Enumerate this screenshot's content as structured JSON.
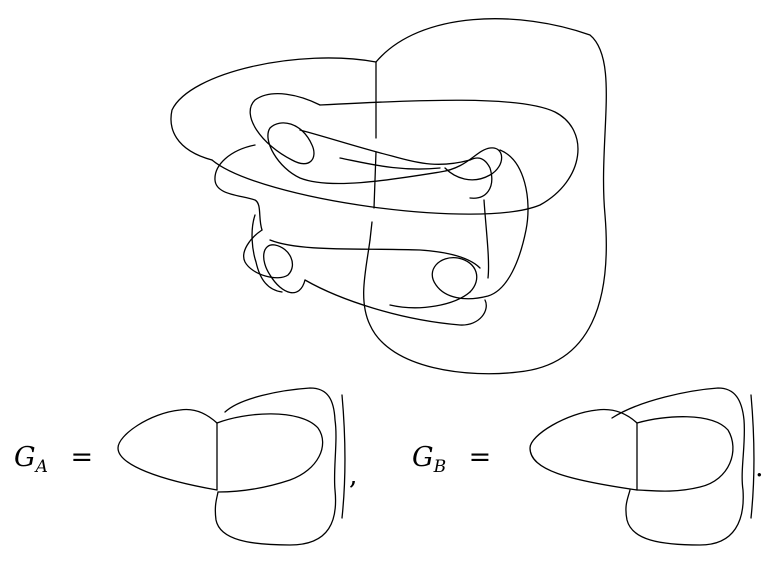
{
  "equation_a": {
    "symbol": "G",
    "subscript": "A",
    "relation": "="
  },
  "equation_b": {
    "symbol": "G",
    "subscript": "B",
    "relation": "="
  },
  "separator": ",",
  "terminal": ".",
  "stroke_color": "#000000"
}
